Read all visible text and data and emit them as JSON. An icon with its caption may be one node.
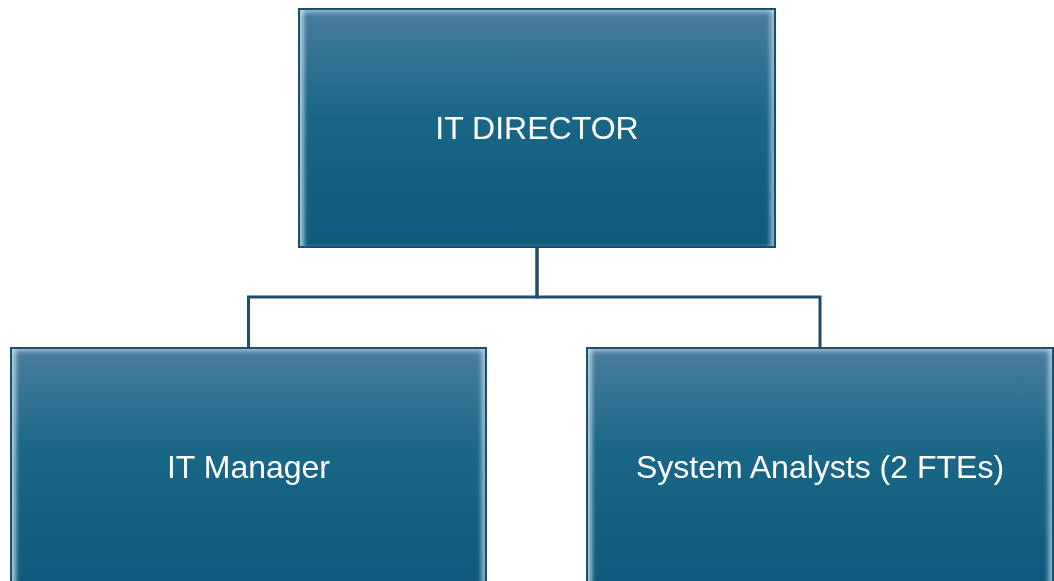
{
  "diagram": {
    "nodes": [
      {
        "text": [
          "IT DIRECTOR"
        ]
      },
      {
        "text": [
          "IT Manager"
        ]
      },
      {
        "text": [
          "System Analysts (2 FTEs)"
        ]
      }
    ],
    "edges": [
      {
        "from": 0,
        "to": 1,
        "arrow": "none"
      },
      {
        "from": 0,
        "to": 2,
        "arrow": "none"
      }
    ]
  }
}
